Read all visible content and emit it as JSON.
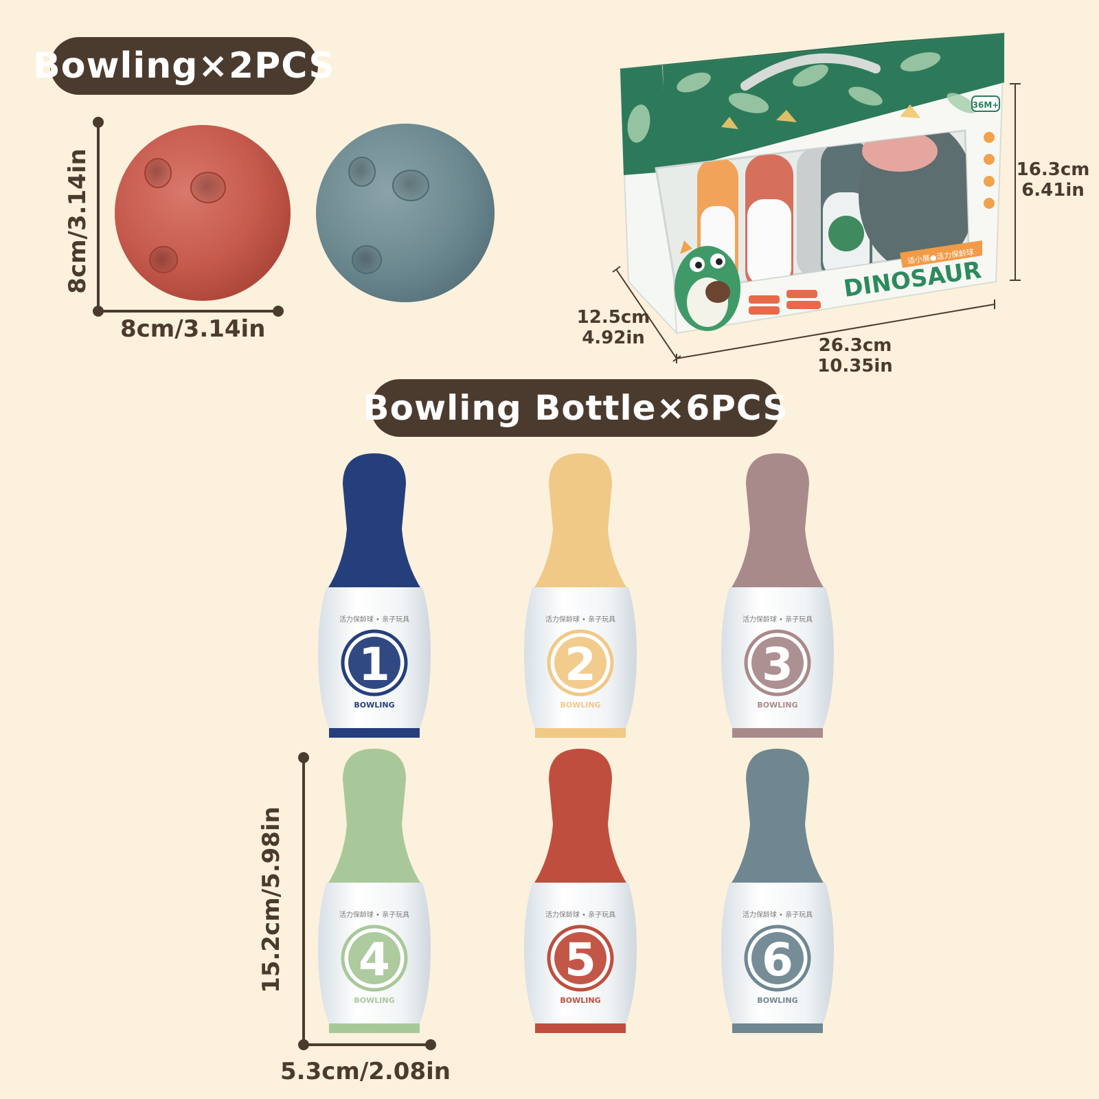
{
  "labels": {
    "balls_heading": "Bowling×2PCS",
    "pins_heading": "Bowling Bottle×6PCS"
  },
  "dimensions": {
    "ball_height": "8cm/3.14in",
    "ball_width": "8cm/3.14in",
    "box_height_cm": "16.3cm",
    "box_height_in": "6.41in",
    "box_depth_cm": "12.5cm",
    "box_depth_in": "4.92in",
    "box_length_cm": "26.3cm",
    "box_length_in": "10.35in",
    "pin_height": "15.2cm/5.98in",
    "pin_width": "5.3cm/2.08in"
  },
  "box": {
    "brand": "DINOSAUR",
    "age_badge": "36M+",
    "tagline_cn": "适小展●活力保龄球"
  },
  "pins": [
    {
      "number": "1",
      "label": "BOWLING",
      "cn": "活力保龄球 • 亲子玩具",
      "color": "#253f7c"
    },
    {
      "number": "2",
      "label": "BOWLING",
      "cn": "活力保龄球 • 亲子玩具",
      "color": "#f0c987"
    },
    {
      "number": "3",
      "label": "BOWLING",
      "cn": "活力保龄球 • 亲子玩具",
      "color": "#a98a8b"
    },
    {
      "number": "4",
      "label": "BOWLING",
      "cn": "活力保龄球 • 亲子玩具",
      "color": "#a9c89a"
    },
    {
      "number": "5",
      "label": "BOWLING",
      "cn": "活力保龄球 • 亲子玩具",
      "color": "#bf4e3e"
    },
    {
      "number": "6",
      "label": "BOWLING",
      "cn": "活力保龄球 • 亲子玩具",
      "color": "#6f8791"
    }
  ],
  "colors": {
    "background": "#fcf1dc",
    "label_brown": "#4b3b2e",
    "ball_red": "#c55a4d",
    "ball_gray": "#6e8a91",
    "box_green": "#2d7a5a"
  }
}
